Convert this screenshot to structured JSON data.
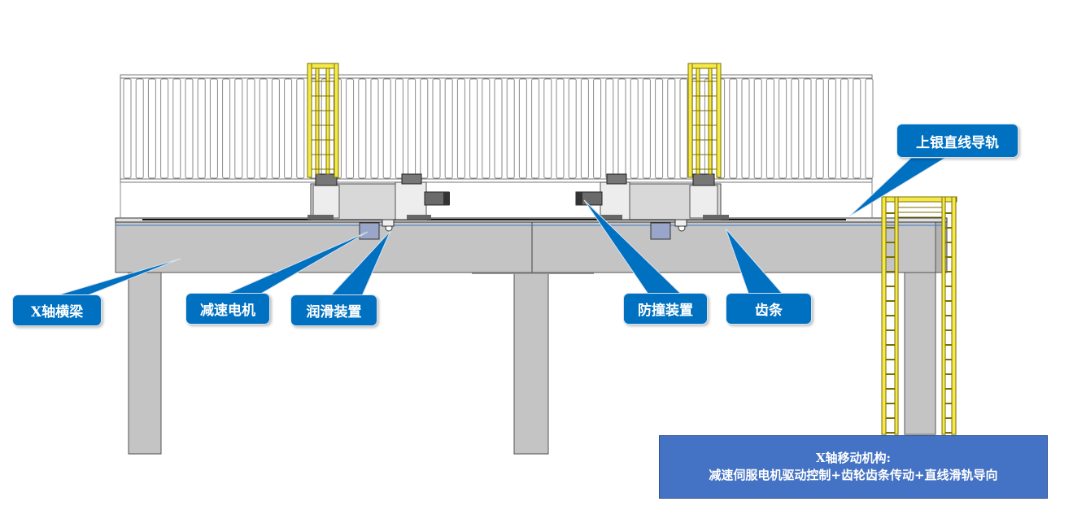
{
  "labels": {
    "x_beam": "X轴横梁",
    "reducer_motor": "减速电机",
    "lubrication": "润滑装置",
    "anti_collision": "防撞装置",
    "rack": "齿条",
    "linear_guide": "上银直线导轨"
  },
  "info": {
    "line1": "X轴移动机构:",
    "line2": "减速伺服电机驱动控制+齿轮齿条传动+直线滑轨导向"
  },
  "colors": {
    "callout_fill": "#0070c0",
    "info_fill": "#4472c4",
    "beam_fill": "#c0c0c0",
    "ladder_yellow": "#f5e94a"
  }
}
